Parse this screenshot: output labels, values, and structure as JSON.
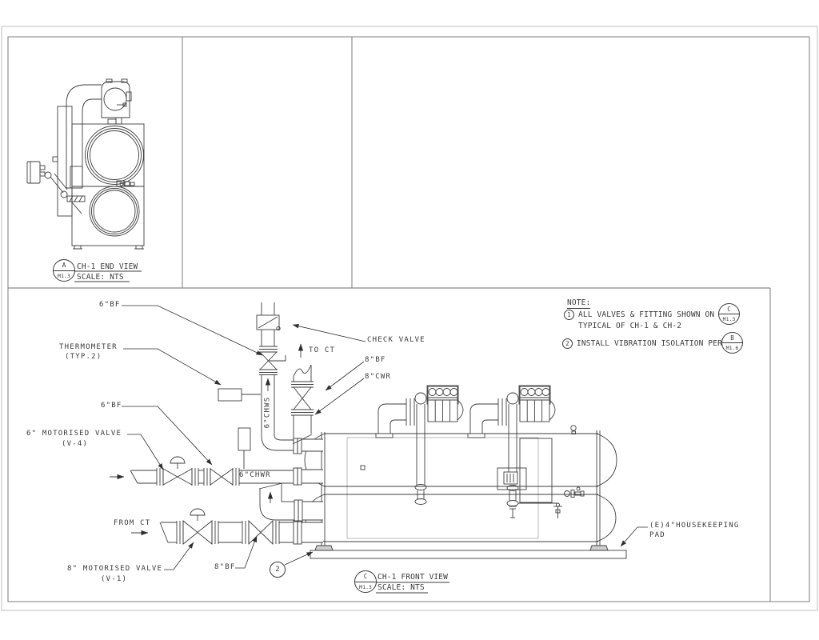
{
  "notes": {
    "heading": "NOTE:",
    "item1": {
      "num": "1",
      "line1": "ALL VALVES & FITTING SHOWN ON",
      "line2": "TYPICAL OF CH-1 & CH-2",
      "ref_letter": "C",
      "ref_sheet": "M1.3"
    },
    "item2": {
      "num": "2",
      "line1": "INSTALL VIBRATION ISOLATION PER",
      "ref_letter": "B",
      "ref_sheet": "M1.6"
    }
  },
  "end_view": {
    "bubble_letter": "A",
    "bubble_sheet": "M1.3",
    "title": "CH-1 END VIEW",
    "scale": "SCALE: NTS"
  },
  "front_view": {
    "bubble_letter": "C",
    "bubble_sheet": "M1.3",
    "title": "CH-1 FRONT VIEW",
    "scale": "SCALE: NTS"
  },
  "labels": {
    "bf6_top": "6\"BF",
    "thermometer_1": "THERMOMETER",
    "thermometer_2": "(TYP.2)",
    "bf6_mid": "6\"BF",
    "mv6": "6\" MOTORISED VALVE",
    "mv6_tag": "(V-4)",
    "from_ct": "FROM CT",
    "mv8": "8\" MOTORISED VALVE",
    "mv8_tag": "(V-1)",
    "bf8_bottom": "8\"BF",
    "callout_2": "2",
    "check_valve": "CHECK VALVE",
    "to_ct": "TO CT",
    "bf8_top": "8\"BF",
    "cwr8": "8\"CWR",
    "chws": "6\"CHWS",
    "chwr": "6\"CHWR",
    "housekeeping_1": "(E)4\"HOUSEKEEPING",
    "housekeeping_2": "PAD"
  }
}
